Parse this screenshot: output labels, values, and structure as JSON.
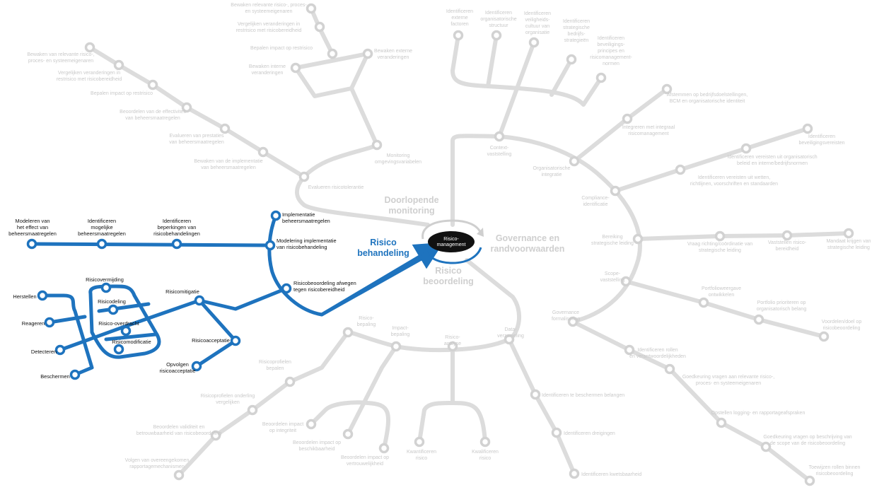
{
  "center": {
    "lines": [
      "Risico-",
      "management"
    ]
  },
  "hubs": {
    "monitoring": [
      "Doorlopende",
      "monitoring"
    ],
    "governance": [
      "Governance en",
      "randvoorwaarden"
    ],
    "behandeling": [
      "Risico",
      "behandeling"
    ],
    "beoordeling": [
      "Risico",
      "beoordeling"
    ]
  },
  "labels": {
    "mon_bewaken_intern": [
      "Bewaken interne",
      "veranderingen"
    ],
    "mon_bewaken_extern": [
      "Bewaken externe",
      "veranderingen"
    ],
    "mon_top1": [
      "Bewaken relevante risico-, proces-",
      "en systeemeigenaren"
    ],
    "mon_top2": [
      "Vergelijken veranderingen in",
      "restrisico met risicobereidheid"
    ],
    "mon_top3": [
      "Bepalen impact op restrisico"
    ],
    "mon_l1": [
      "Bewaken van relevante risico-,",
      "proces- en systeemeigenaren"
    ],
    "mon_l2": [
      "Vergelijken veranderingen in",
      "restrisico met risicobereidheid"
    ],
    "mon_l3": [
      "Bepalen impact op restrisico"
    ],
    "mon_l4": [
      "Beoordelen van de effectiviteit",
      "van beheersmaatregelen"
    ],
    "mon_l5": [
      "Evalueren van prestaties",
      "van beheersmaatregelen"
    ],
    "mon_l6": [
      "Bewaken van de implementatie",
      "van beheersmaatregelen"
    ],
    "mon_evalueren": [
      "Evalueren risicotolerantie"
    ],
    "mon_monitoring": [
      "Monitoring",
      "omgevingsvariabelen"
    ],
    "gov_context": [
      "Context-",
      "vaststelling"
    ],
    "gov_t1": [
      "Identificeren",
      "externe",
      "factoren"
    ],
    "gov_t2": [
      "Identificeren",
      "organisatorische",
      "structuur"
    ],
    "gov_t3": [
      "Identificeren",
      "veiligheids-",
      "cultuur van",
      "organisatie"
    ],
    "gov_t4": [
      "Identificeren",
      "strategische",
      "bedrijfs-",
      "strategieën"
    ],
    "gov_t5": [
      "Identificeren",
      "beveiligings-",
      "principes en",
      "risicomanagement-",
      "normen"
    ],
    "gov_org": [
      "Organisatorische",
      "integratie"
    ],
    "gov_org1": [
      "Integreren met integraal",
      "risicomanagement"
    ],
    "gov_org2": [
      "Afstemmen op bedrijfsdoelstellingen,",
      "BCM en organisatorische identiteit"
    ],
    "gov_compliance": [
      "Compliance-",
      "identificatie"
    ],
    "gov_comp1": [
      "Identificeren vereisten uit wetten,",
      "richtlijnen, voorschriften en standaarden"
    ],
    "gov_comp2": [
      "Identificeren vereisten uit organisatorisch",
      "beleid en interne/bedrijfsnormen"
    ],
    "gov_comp3": [
      "Identificeren",
      "beveiligingsvereisten"
    ],
    "gov_ber": [
      "Bereiking",
      "strategische leiding"
    ],
    "gov_ber1": [
      "Vraag richting/coördinatie van",
      "strategische leiding"
    ],
    "gov_ber2": [
      "Vaststellen risico-",
      "bereidheid"
    ],
    "gov_ber3": [
      "Mandaat krijgen van",
      "strategische leiding"
    ],
    "gov_scope": [
      "Scope-",
      "vaststelling"
    ],
    "gov_sc1": [
      "Portfolioweergave",
      "ontwikkelen"
    ],
    "gov_sc2": [
      "Portfolio prioriteren op",
      "organisatorisch belang"
    ],
    "gov_sc3": [
      "Voordelen/doel op",
      "risicobeoordeling"
    ],
    "gov_formal": [
      "Governance",
      "formalisering"
    ],
    "gov_f1": [
      "Identificeren rollen",
      "en verantwoordelijkheden"
    ],
    "gov_f2": [
      "Goedkeuring vragen aan relevante risico-,",
      "proces- en systeemeigenaren"
    ],
    "gov_f3": [
      "Opstellen logging- en rapportageafspraken"
    ],
    "gov_f4": [
      "Goedkeuring vragen op beschrijving van",
      "de scope van de risicobeoordeling"
    ],
    "gov_f5": [
      "Toewijzen rollen binnen",
      "risicobeoordeling"
    ],
    "beo_risico_bepaling": [
      "Risico-",
      "bepaling"
    ],
    "beo_impact": [
      "Impact-",
      "bepaling"
    ],
    "beo_analyse": [
      "Risico-",
      "analyse"
    ],
    "beo_data": [
      "Data-",
      "verzameling"
    ],
    "beo_rb1": [
      "Risicoprofielen",
      "bepalen"
    ],
    "beo_rb2": [
      "Risicoprofielen onderling",
      "vergelijken"
    ],
    "beo_rb3": [
      "Beoordelen validiteit en",
      "betrouwbaarheid van risicobeoordeling"
    ],
    "beo_rb4": [
      "Volgen van overeengekomen",
      "rapportagemechanismen"
    ],
    "beo_im1": [
      "Beoordelen impact",
      "op integriteit"
    ],
    "beo_im2": [
      "Beoordelen impact op",
      "beschikbaarheid"
    ],
    "beo_im3": [
      "Beoordelen impact op",
      "vertrouwelijkheid"
    ],
    "beo_an1": [
      "Kwantificeren",
      "risico"
    ],
    "beo_an2": [
      "Kwalificeren",
      "risico"
    ],
    "beo_d1": [
      "Identificeren te beschermen belangen"
    ],
    "beo_d2": [
      "Identificeren dreigingen"
    ],
    "beo_d3": [
      "Identificeren kwetsbaarheid"
    ],
    "beh_implementatie": [
      "Implementatie",
      "beheersmaatregelen"
    ],
    "beh_modelering": [
      "Modelering implementatie",
      "van risicobehandeling"
    ],
    "beh_afwegen": [
      "Risicobeoordeling afwegen",
      "tegen risicobereidheid"
    ],
    "beh_m1": [
      "Modeleren van",
      "het effect van",
      "beheersmaatregelen"
    ],
    "beh_m2": [
      "Identificeren",
      "mogelijke",
      "beheersmaatregelen"
    ],
    "beh_m3": [
      "Identificeren",
      "beperkingen van",
      "risicobehandelingen"
    ],
    "beh_mitigatie": [
      "Risicomitigatie"
    ],
    "beh_acceptatie": [
      "Risicoacceptatie"
    ],
    "beh_opvolgen": [
      "Opvolgen",
      "risicoacceptatie"
    ],
    "beh_vermijding": [
      "Risicovermijding"
    ],
    "beh_codeling": [
      "Risicodeling"
    ],
    "beh_overdracht": [
      "Risico-overdracht"
    ],
    "beh_modificatie": [
      "Risicomodificatie"
    ],
    "beh_herstellen": [
      "Herstellen"
    ],
    "beh_reageren": [
      "Reageren"
    ],
    "beh_detecteren": [
      "Detecteren"
    ],
    "beh_beschermen": [
      "Beschermen"
    ]
  },
  "colors": {
    "active": "#1e73be",
    "inactive": "#dcdcdc",
    "center": "#111111"
  }
}
